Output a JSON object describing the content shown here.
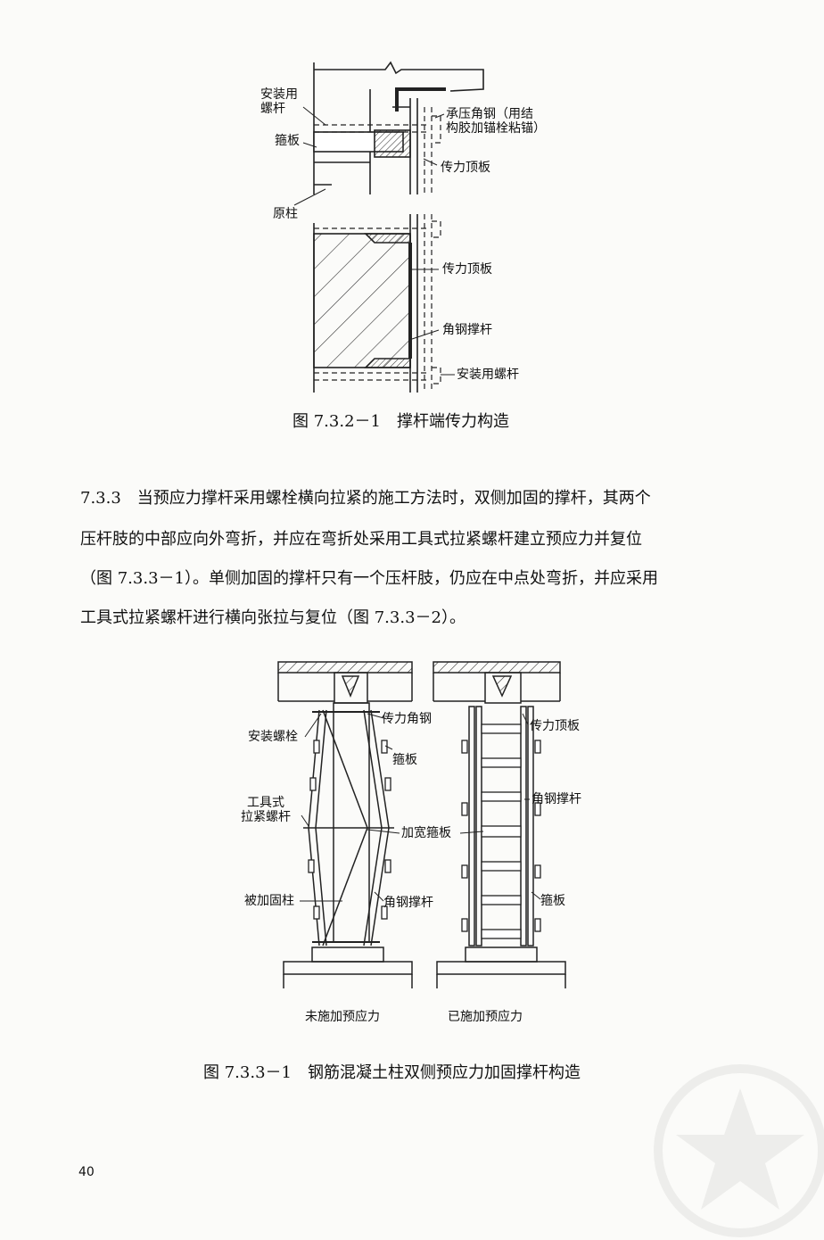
{
  "figure1": {
    "labels": {
      "install_bolt": "安装用\n螺杆",
      "hoop_plate": "箍板",
      "bearing_angle": "承压角钢（用结\n构胶加锚栓粘锚）",
      "transfer_plate_top": "传力顶板",
      "original_column": "原柱",
      "transfer_plate_mid": "传力顶板",
      "angle_strut": "角钢撑杆",
      "install_bolt_bottom": "安装用螺杆"
    },
    "caption": "图 7.3.2－1　撑杆端传力构造"
  },
  "section": {
    "lines": [
      "7.3.3　当预应力撑杆采用螺栓横向拉紧的施工方法时，双侧加固的撑杆，其两个",
      "压杆肢的中部应向外弯折，并应在弯折处采用工具式拉紧螺杆建立预应力并复位",
      "（图 7.3.3－1）。单侧加固的撑杆只有一个压杆肢，仍应在中点处弯折，并应采用",
      "工具式拉紧螺杆进行横向张拉与复位（图 7.3.3－2）。"
    ]
  },
  "figure2": {
    "labels": {
      "install_bolt": "安装螺栓",
      "transfer_angle": "传力角钢",
      "hoop_plate_left": "箍板",
      "tool_bolt": "工具式\n拉紧螺杆",
      "widened_hoop": "加宽箍板",
      "reinforced_column": "被加固柱",
      "angle_strut_left": "角钢撑杆",
      "transfer_plate": "传力顶板",
      "angle_strut_right": "角钢撑杆",
      "hoop_plate_right": "箍板",
      "state_before": "未施加预应力",
      "state_after": "已施加预应力"
    },
    "caption": "图 7.3.3－1　钢筋混凝土柱双侧预应力加固撑杆构造"
  },
  "page_number": "40"
}
